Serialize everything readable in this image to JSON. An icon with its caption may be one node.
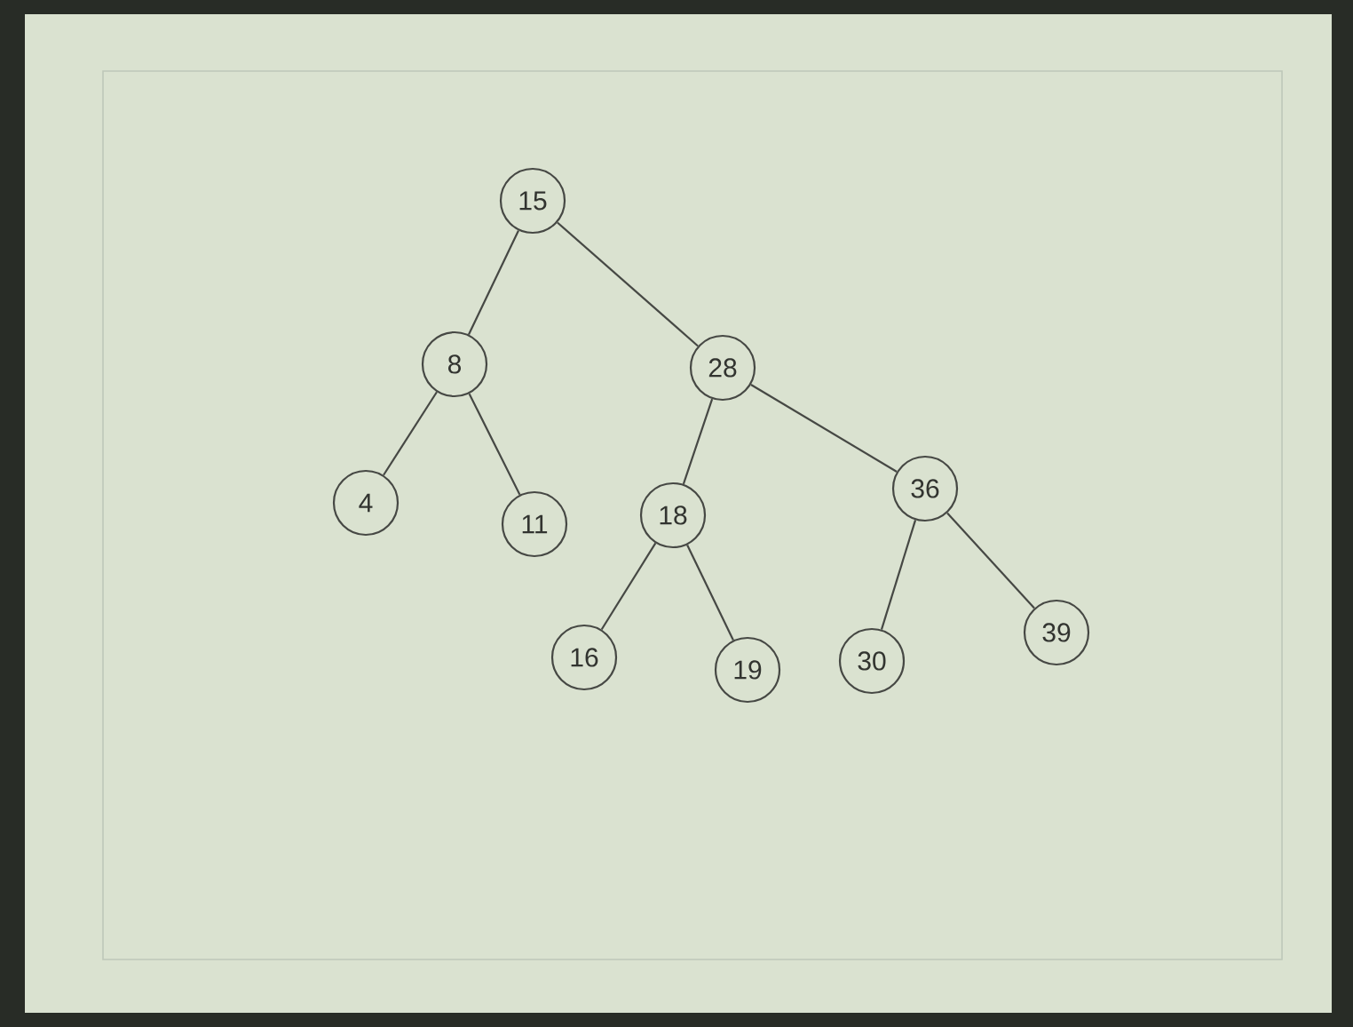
{
  "diagram": {
    "nodes": [
      {
        "text": [
          "15"
        ]
      },
      {
        "text": [
          "8"
        ]
      },
      {
        "text": [
          "28"
        ]
      },
      {
        "text": [
          "4"
        ]
      },
      {
        "text": [
          "11"
        ]
      },
      {
        "text": [
          "18"
        ]
      },
      {
        "text": [
          "36"
        ]
      },
      {
        "text": [
          "16"
        ]
      },
      {
        "text": [
          "19"
        ]
      },
      {
        "text": [
          "30"
        ]
      },
      {
        "text": [
          "39"
        ]
      }
    ],
    "edges": [
      {
        "from": 0,
        "to": 1,
        "arrow": "none"
      },
      {
        "from": 0,
        "to": 2,
        "arrow": "none"
      },
      {
        "from": 1,
        "to": 3,
        "arrow": "none"
      },
      {
        "from": 1,
        "to": 4,
        "arrow": "none"
      },
      {
        "from": 2,
        "to": 5,
        "arrow": "none"
      },
      {
        "from": 2,
        "to": 6,
        "arrow": "none"
      },
      {
        "from": 5,
        "to": 7,
        "arrow": "none"
      },
      {
        "from": 5,
        "to": 8,
        "arrow": "none"
      },
      {
        "from": 6,
        "to": 9,
        "arrow": "none"
      },
      {
        "from": 6,
        "to": 10,
        "arrow": "none"
      }
    ]
  }
}
